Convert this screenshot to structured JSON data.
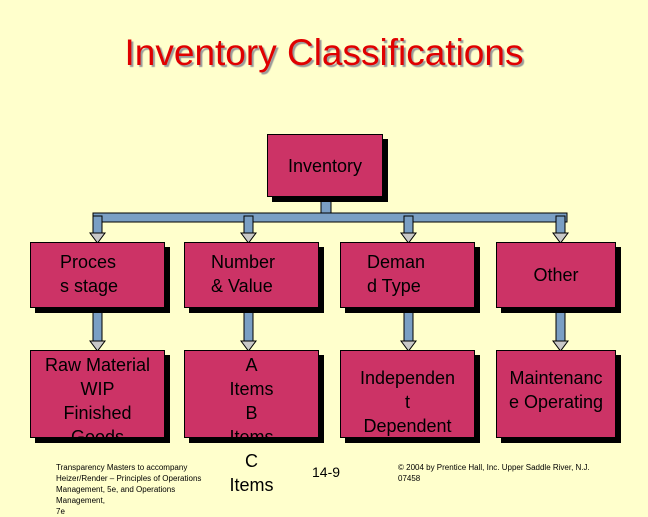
{
  "title": "Inventory Classifications",
  "root": {
    "label": "Inventory"
  },
  "categories": [
    {
      "lines": [
        "Proces",
        "s stage"
      ],
      "items": [
        "Raw Material",
        "WIP",
        "Finished",
        "Goods"
      ]
    },
    {
      "lines": [
        "Number",
        "& Value"
      ],
      "items": [
        "A",
        "Items",
        "B",
        "Items",
        "C",
        "Items"
      ]
    },
    {
      "lines": [
        "Deman",
        "d Type"
      ],
      "items": [
        "Independen",
        "t",
        "Dependent"
      ]
    },
    {
      "lines": [
        "Other"
      ],
      "items": [
        "Maintenanc",
        "e Operating"
      ]
    }
  ],
  "footer": {
    "left": [
      "Transparency Masters to accompany",
      "Heizer/Render – Principles of Operations",
      "Management, 5e, and Operations Management,",
      "7e"
    ],
    "page": "14-9",
    "right": [
      "© 2004 by Prentice Hall, Inc.  Upper Saddle River, N.J.",
      "07458"
    ]
  },
  "colors": {
    "background": "#FFFFCC",
    "title": "#E00000",
    "box": "#CC3366",
    "connector": "#7A9FC4",
    "arrow": "#C8C8C8"
  }
}
